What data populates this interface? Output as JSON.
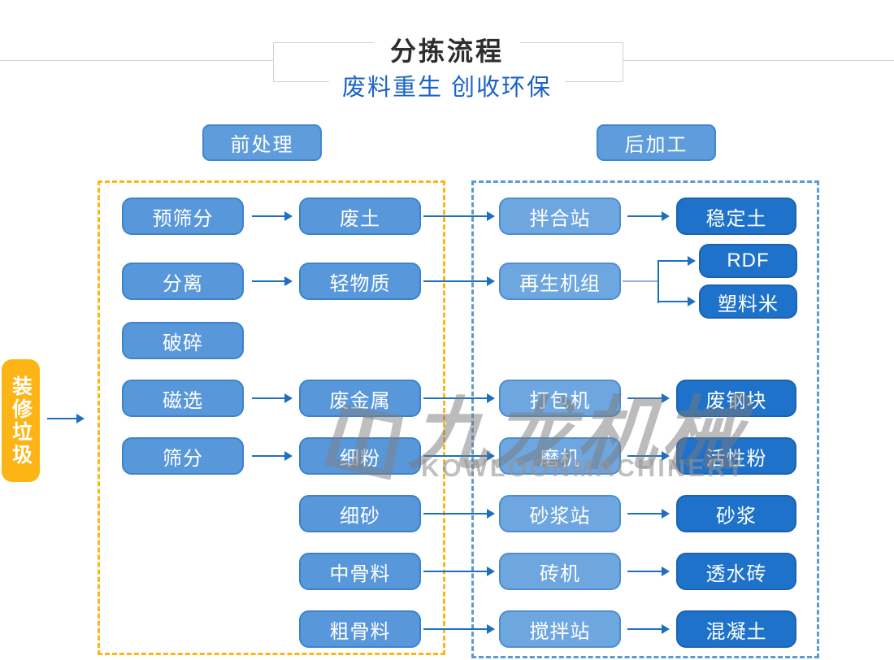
{
  "header": {
    "title": "分拣流程",
    "subtitle": "废料重生 创收环保"
  },
  "sections": {
    "pre_label": "前处理",
    "post_label": "后加工"
  },
  "source_label": "装修垃圾",
  "columns": {
    "process1": [
      "预筛分",
      "分离",
      "破碎",
      "磁选",
      "筛分"
    ],
    "material": [
      "废土",
      "轻物质",
      "废金属",
      "细粉",
      "细砂",
      "中骨料",
      "粗骨料"
    ],
    "equipment": [
      "拌合站",
      "再生机组",
      "打包机",
      "磨机",
      "砂浆站",
      "砖机",
      "搅拌站"
    ],
    "product": [
      "稳定土",
      "RDF",
      "塑料米",
      "废钢块",
      "活性粉",
      "砂浆",
      "透水砖",
      "混凝土"
    ]
  },
  "watermark": {
    "cn": "九龙机械",
    "en": "KOWLOONMACHINERY"
  },
  "colors": {
    "node_light": "#5897da",
    "node_light_border": "#3c83cb",
    "node_mid": "#6ea6e0",
    "node_mid_border": "#4d8ed2",
    "node_dark": "#1e72c9",
    "node_dark_border": "#1a63b2",
    "accent_yellow": "#fdb515",
    "dash_yellow": "#fcb614",
    "dash_blue": "#5b9bd5",
    "arrow_blue": "#1e6fc0",
    "subtitle_blue": "#1b63c6",
    "title_dark": "#2e2e2e",
    "header_line": "#cdd2db"
  }
}
